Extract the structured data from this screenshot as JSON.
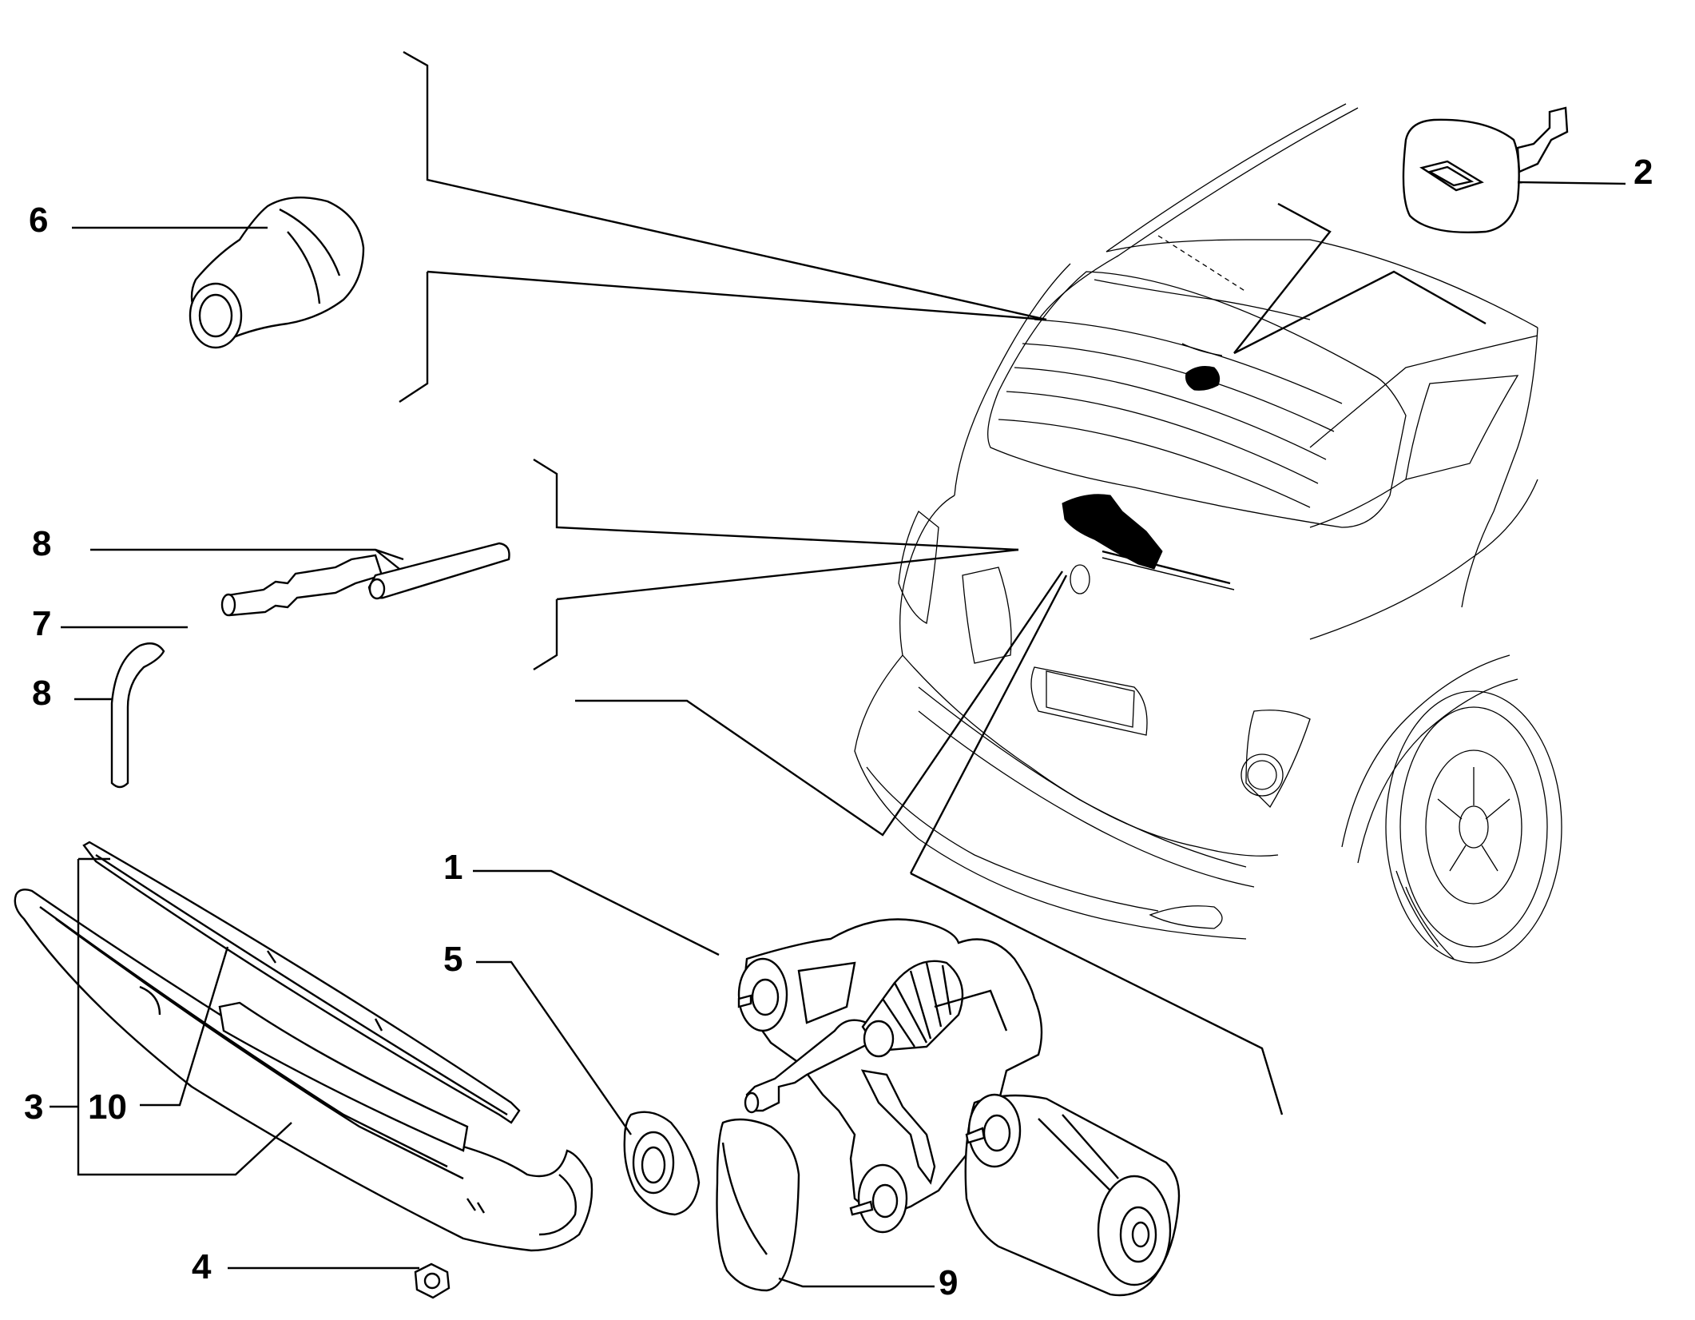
{
  "diagram": {
    "callouts": [
      {
        "id": "c1",
        "text": "1"
      },
      {
        "id": "c2",
        "text": "2"
      },
      {
        "id": "c3",
        "text": "3"
      },
      {
        "id": "c4",
        "text": "4"
      },
      {
        "id": "c5",
        "text": "5"
      },
      {
        "id": "c6",
        "text": "6"
      },
      {
        "id": "c7",
        "text": "7"
      },
      {
        "id": "c8a",
        "text": "8"
      },
      {
        "id": "c8b",
        "text": "8"
      },
      {
        "id": "c9",
        "text": "9"
      },
      {
        "id": "c10",
        "text": "10"
      }
    ]
  }
}
